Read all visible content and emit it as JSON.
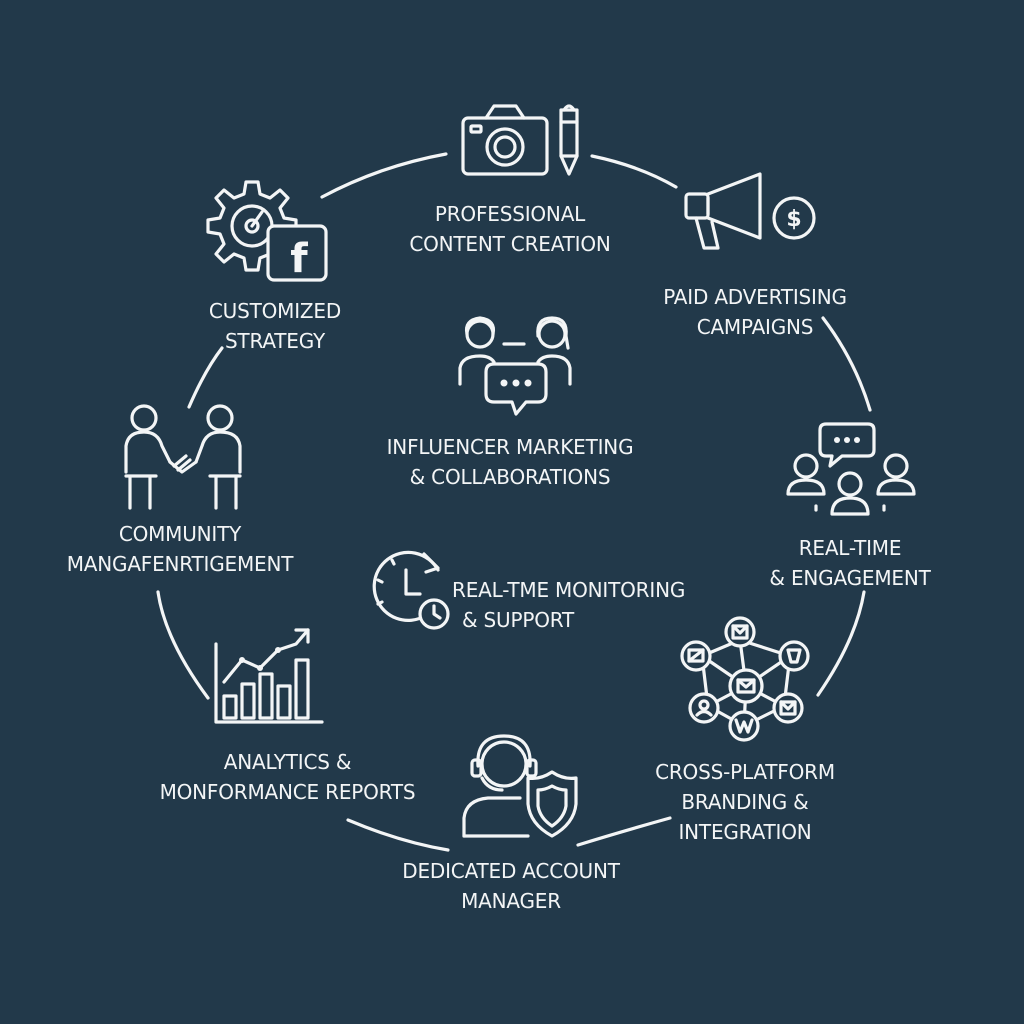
{
  "diagram": {
    "nodes": [
      {
        "id": "professional-content-creation",
        "lines": [
          "PROFESSIONAL",
          "CONTENT CREATION"
        ],
        "icon": "camera-pen-icon"
      },
      {
        "id": "paid-advertising-campaigns",
        "lines": [
          "PAID ADVERTISING",
          "CAMPAIGNS"
        ],
        "icon": "megaphone-dollar-icon"
      },
      {
        "id": "real-time-engagement",
        "lines": [
          "REAL-TIME",
          "& ENGAGEMENT"
        ],
        "icon": "group-chat-icon"
      },
      {
        "id": "cross-platform-branding",
        "lines": [
          "CROSS-PLATFORM",
          "BRANDING &",
          "INTEGRATION"
        ],
        "icon": "network-icon"
      },
      {
        "id": "dedicated-account-manager",
        "lines": [
          "DEDICATED ACCOUNT",
          "MANAGER"
        ],
        "icon": "headset-shield-icon"
      },
      {
        "id": "analytics-reports",
        "lines": [
          "ANALYTICS &",
          "MONFORMANCE REPORTS"
        ],
        "icon": "bar-chart-trend-icon"
      },
      {
        "id": "community-management",
        "lines": [
          "COMMUNITY",
          "MANGAFENRTIGEMENT"
        ],
        "icon": "handshake-icon"
      },
      {
        "id": "customized-strategy",
        "lines": [
          "CUSTOMIZED",
          "STRATEGY"
        ],
        "icon": "gear-facebook-icon"
      },
      {
        "id": "influencer-marketing",
        "lines": [
          "INFLUENCER MARKETING",
          "& COLLABORATIONS"
        ],
        "icon": "influencers-chat-icon"
      },
      {
        "id": "real-time-monitoring",
        "lines": [
          "REAL-TME MONITORING",
          "& SUPPORT"
        ],
        "icon": "clock-icon"
      }
    ],
    "icon_glyphs": {
      "dollar": "$",
      "facebook": "f"
    }
  }
}
